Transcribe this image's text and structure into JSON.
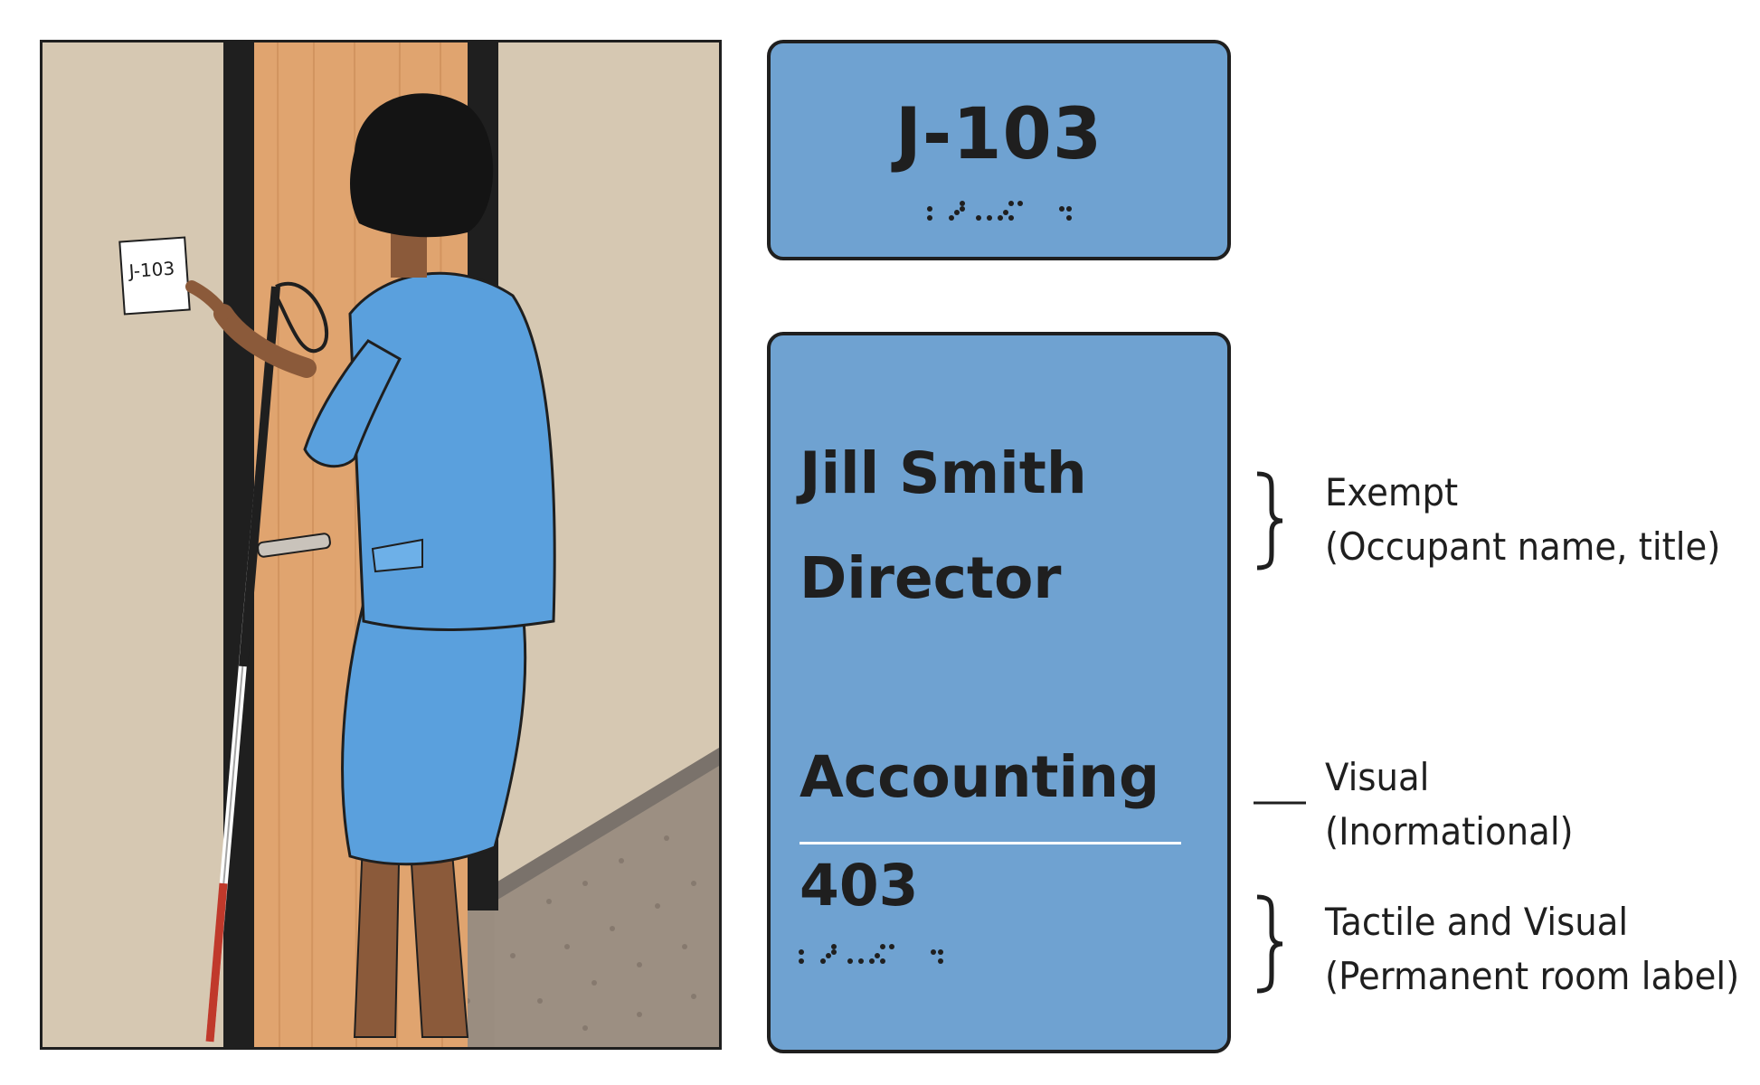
{
  "illustration": {
    "wall_sign_label": "J-103"
  },
  "room_sign": {
    "room_number": "J-103"
  },
  "directory_sign": {
    "occupant_name": "Jill Smith",
    "occupant_title": "Director",
    "department": "Accounting",
    "room_number": "403"
  },
  "annotations": [
    {
      "heading": "Exempt",
      "detail": "(Occupant name, title)",
      "marker": "brace"
    },
    {
      "heading": "Visual",
      "detail": "(Inormational)",
      "marker": "line"
    },
    {
      "heading": "Tactile and Visual",
      "detail": "(Permanent room label)",
      "marker": "brace"
    }
  ],
  "colors": {
    "sign_fill": "#6fa2d1",
    "outline": "#1f1f1f",
    "wall": "#d6c8b2",
    "door": "#e0a46f",
    "suit": "#5aa0dd"
  }
}
